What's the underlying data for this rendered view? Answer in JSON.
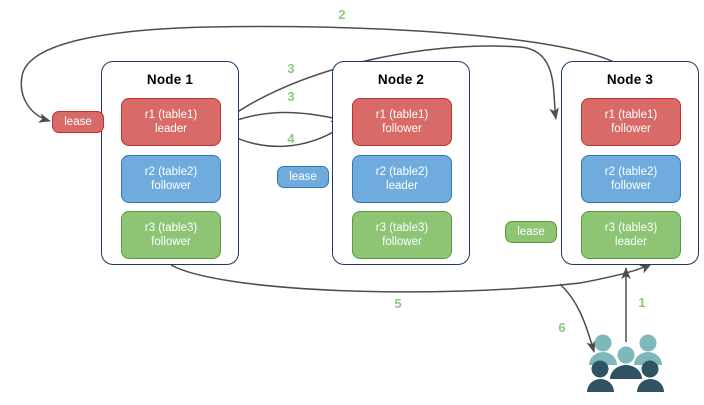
{
  "diagram": {
    "title": "Raft multi-node lease and request routing diagram",
    "palette": {
      "red": "#d86b68",
      "red_border": "#c0302c",
      "blue": "#6fabdc",
      "blue_border": "#2f78b8",
      "green": "#8dc575",
      "green_border": "#5a9b3f",
      "node_border": "#1f3864",
      "arrow": "#4d4d4d",
      "step_label": "#8cc97f",
      "users_light": "#7fb8ba",
      "users_dark": "#2f5361",
      "background": "#ffffff"
    },
    "nodes": [
      {
        "title": "Node 1",
        "replicas": [
          {
            "line1": "r1 (table1)",
            "line2": "leader",
            "color": "red"
          },
          {
            "line1": "r2 (table2)",
            "line2": "follower",
            "color": "blue"
          },
          {
            "line1": "r3 (table3)",
            "line2": "follower",
            "color": "green"
          }
        ]
      },
      {
        "title": "Node 2",
        "replicas": [
          {
            "line1": "r1 (table1)",
            "line2": "follower",
            "color": "red"
          },
          {
            "line1": "r2 (table2)",
            "line2": "leader",
            "color": "blue"
          },
          {
            "line1": "r3 (table3)",
            "line2": "follower",
            "color": "green"
          }
        ]
      },
      {
        "title": "Node 3",
        "replicas": [
          {
            "line1": "r1 (table1)",
            "line2": "follower",
            "color": "red"
          },
          {
            "line1": "r2 (table2)",
            "line2": "follower",
            "color": "blue"
          },
          {
            "line1": "r3 (table3)",
            "line2": "leader",
            "color": "green"
          }
        ]
      }
    ],
    "leases": [
      {
        "label": "lease",
        "color": "red"
      },
      {
        "label": "lease",
        "color": "blue"
      },
      {
        "label": "lease",
        "color": "green"
      }
    ],
    "steps": [
      {
        "label": "1"
      },
      {
        "label": "2"
      },
      {
        "label": "3"
      },
      {
        "label": "3"
      },
      {
        "label": "4"
      },
      {
        "label": "5"
      },
      {
        "label": "6"
      }
    ],
    "users": {
      "icon": "users-icon"
    }
  }
}
